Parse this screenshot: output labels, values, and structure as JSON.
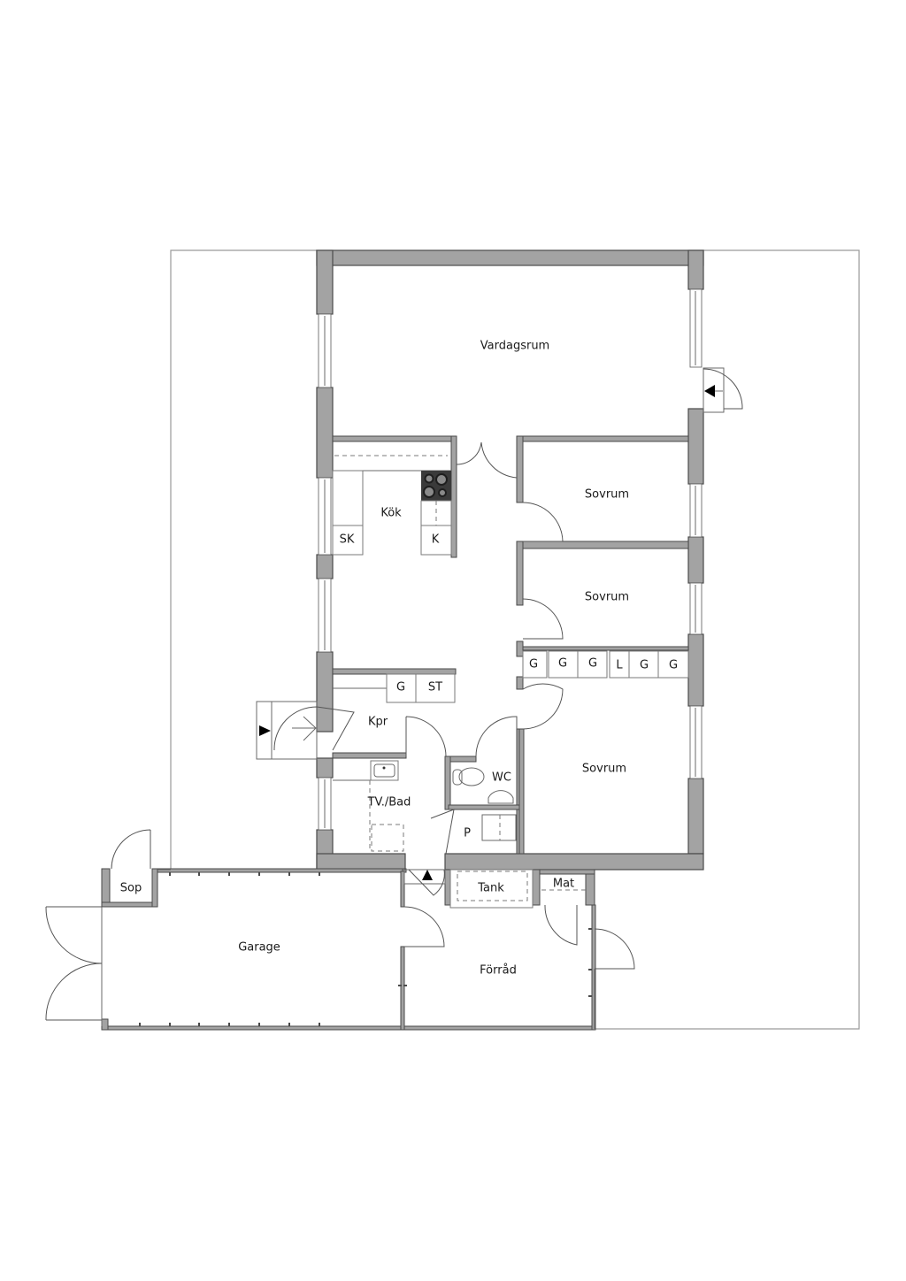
{
  "floorplan": {
    "rooms": {
      "living": "Vardagsrum",
      "kitchen": "Kök",
      "bedroom1": "Sovrum",
      "bedroom2": "Sovrum",
      "bedroom3": "Sovrum",
      "hall": "Kpr",
      "laundry_bath": "TV./Bad",
      "wc": "WC",
      "p": "P",
      "tank": "Tank",
      "pantry": "Mat",
      "storage": "Förråd",
      "garage": "Garage",
      "waste": "Sop"
    },
    "fixtures": {
      "kitchen_cabinet_sk": "SK",
      "kitchen_fridge_k": "K",
      "hall_wardrobe_g": "G",
      "hall_cabinet_st": "ST",
      "wardrobe_1": "G",
      "wardrobe_2": "G",
      "wardrobe_3": "G",
      "linen": "L",
      "wardrobe_4": "G",
      "wardrobe_5": "G"
    },
    "colors": {
      "wall_fill": "#a3a3a3",
      "wall_outline": "#4a4a4a",
      "stove": "#3a3a3a",
      "background": "#ffffff"
    }
  }
}
